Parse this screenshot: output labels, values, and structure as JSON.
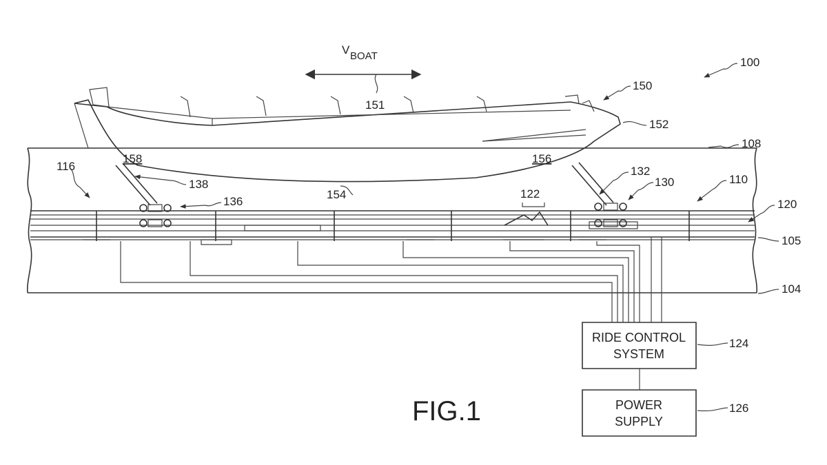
{
  "figure": {
    "title": "FIG.1"
  },
  "velocity": {
    "main": "V",
    "sub": "BOAT"
  },
  "boxes": {
    "ride_control": {
      "line1": "RIDE CONTROL",
      "line2": "SYSTEM"
    },
    "power_supply": {
      "line1": "POWER",
      "line2": "SUPPLY"
    }
  },
  "refs": {
    "r100": "100",
    "r104": "104",
    "r105": "105",
    "r108": "108",
    "r110": "110",
    "r116": "116",
    "r120": "120",
    "r122": "122",
    "r124": "124",
    "r126": "126",
    "r130": "130",
    "r132": "132",
    "r136": "136",
    "r138": "138",
    "r150": "150",
    "r151": "151",
    "r152": "152",
    "r154": "154",
    "r156": "156",
    "r158": "158"
  }
}
